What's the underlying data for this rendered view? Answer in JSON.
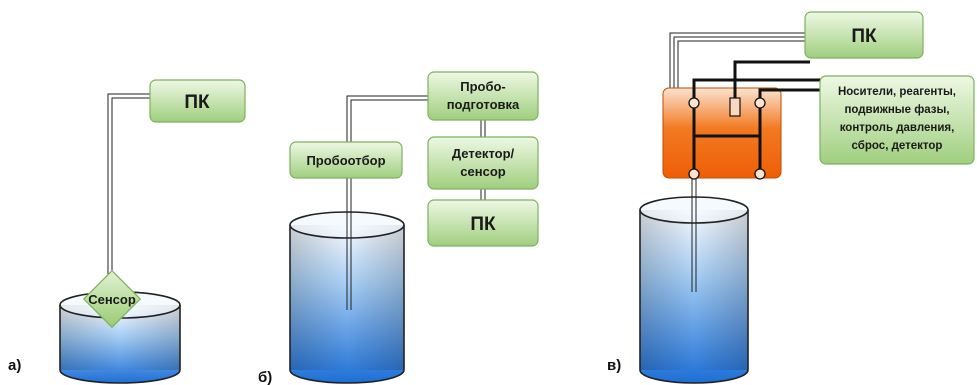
{
  "panel_a": {
    "label": "а)",
    "pc": "ПК",
    "sensor": "Сенсор"
  },
  "panel_b": {
    "label": "б)",
    "sampler": "Пробоотбор",
    "prep_line1": "Пробо-",
    "prep_line2": "подготовка",
    "detector_line1": "Детектор/",
    "detector_line2": "сенсор",
    "pc": "ПК"
  },
  "panel_c": {
    "label": "в)",
    "pc": "ПК",
    "info_line1": "Носители, реагенты,",
    "info_line2": "подвижные фазы,",
    "info_line3": "контроль давления,",
    "info_line4": "сброс, детектор"
  },
  "colors": {
    "box_fill_top": "#e6f5d8",
    "box_fill_bottom": "#9fcf7e",
    "box_stroke": "#7fb060",
    "water_top": "#e9f3ff",
    "water_bottom": "#1f73d8",
    "chip_orange": "#f26a10",
    "sensor_green": "#b9df9c"
  }
}
